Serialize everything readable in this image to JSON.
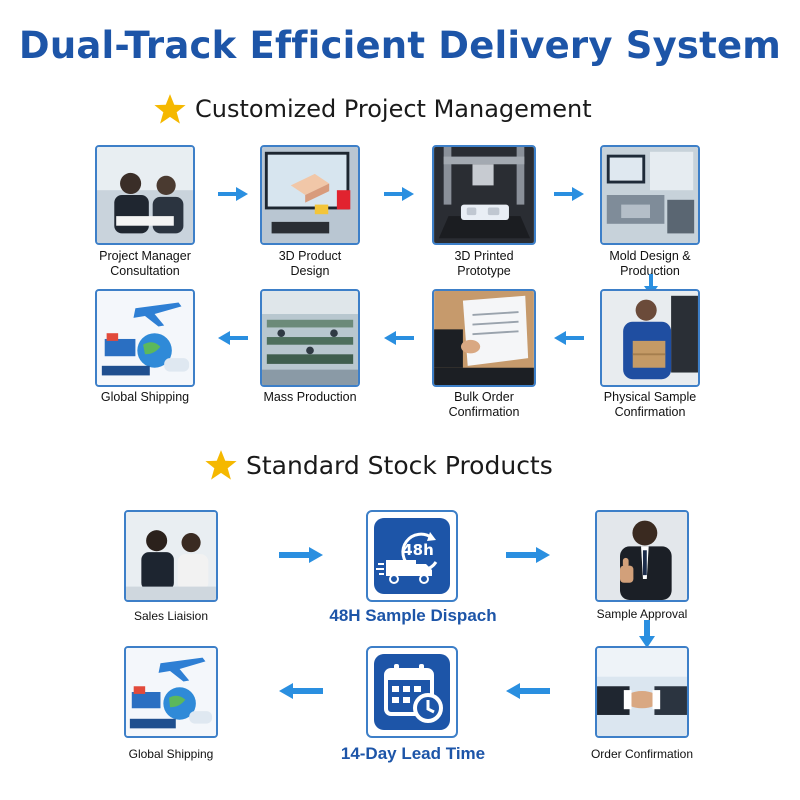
{
  "title": "Dual-Track Efficient Delivery System",
  "section_custom": {
    "heading": "Customized Project Management",
    "steps": [
      {
        "label": "Project Manager\nConsultation",
        "icon": "meeting-photo"
      },
      {
        "label": "3D Product\nDesign",
        "icon": "cad-design-photo"
      },
      {
        "label": "3D Printed\nPrototype",
        "icon": "3d-printer-photo"
      },
      {
        "label": "Mold Design &\nProduction",
        "icon": "mold-workshop-photo"
      },
      {
        "label": "Physical Sample\nConfirmation",
        "icon": "delivery-man-photo"
      },
      {
        "label": "Bulk Order\nConfirmation",
        "icon": "signing-contract-photo"
      },
      {
        "label": "Mass Production",
        "icon": "factory-floor-photo"
      },
      {
        "label": "Global Shipping",
        "icon": "global-shipping-photo"
      }
    ]
  },
  "section_stock": {
    "heading": "Standard Stock Products",
    "steps": [
      {
        "label": "Sales Liaision",
        "icon": "sales-meeting-photo"
      },
      {
        "label": "48H Sample Dispach",
        "icon": "delivery-truck-48h-icon",
        "badge": "48h"
      },
      {
        "label": "Sample Approval",
        "icon": "thumbs-up-photo"
      },
      {
        "label": "Order Confirmation",
        "icon": "handshake-photo"
      },
      {
        "label": "14-Day Lead Time",
        "icon": "calendar-clock-icon"
      },
      {
        "label": "Global Shipping",
        "icon": "global-shipping-photo"
      }
    ]
  },
  "colors": {
    "title": "#1d55a8",
    "border": "#3d7fc8",
    "arrow": "#2a8fe0",
    "star": "#f5b800"
  }
}
